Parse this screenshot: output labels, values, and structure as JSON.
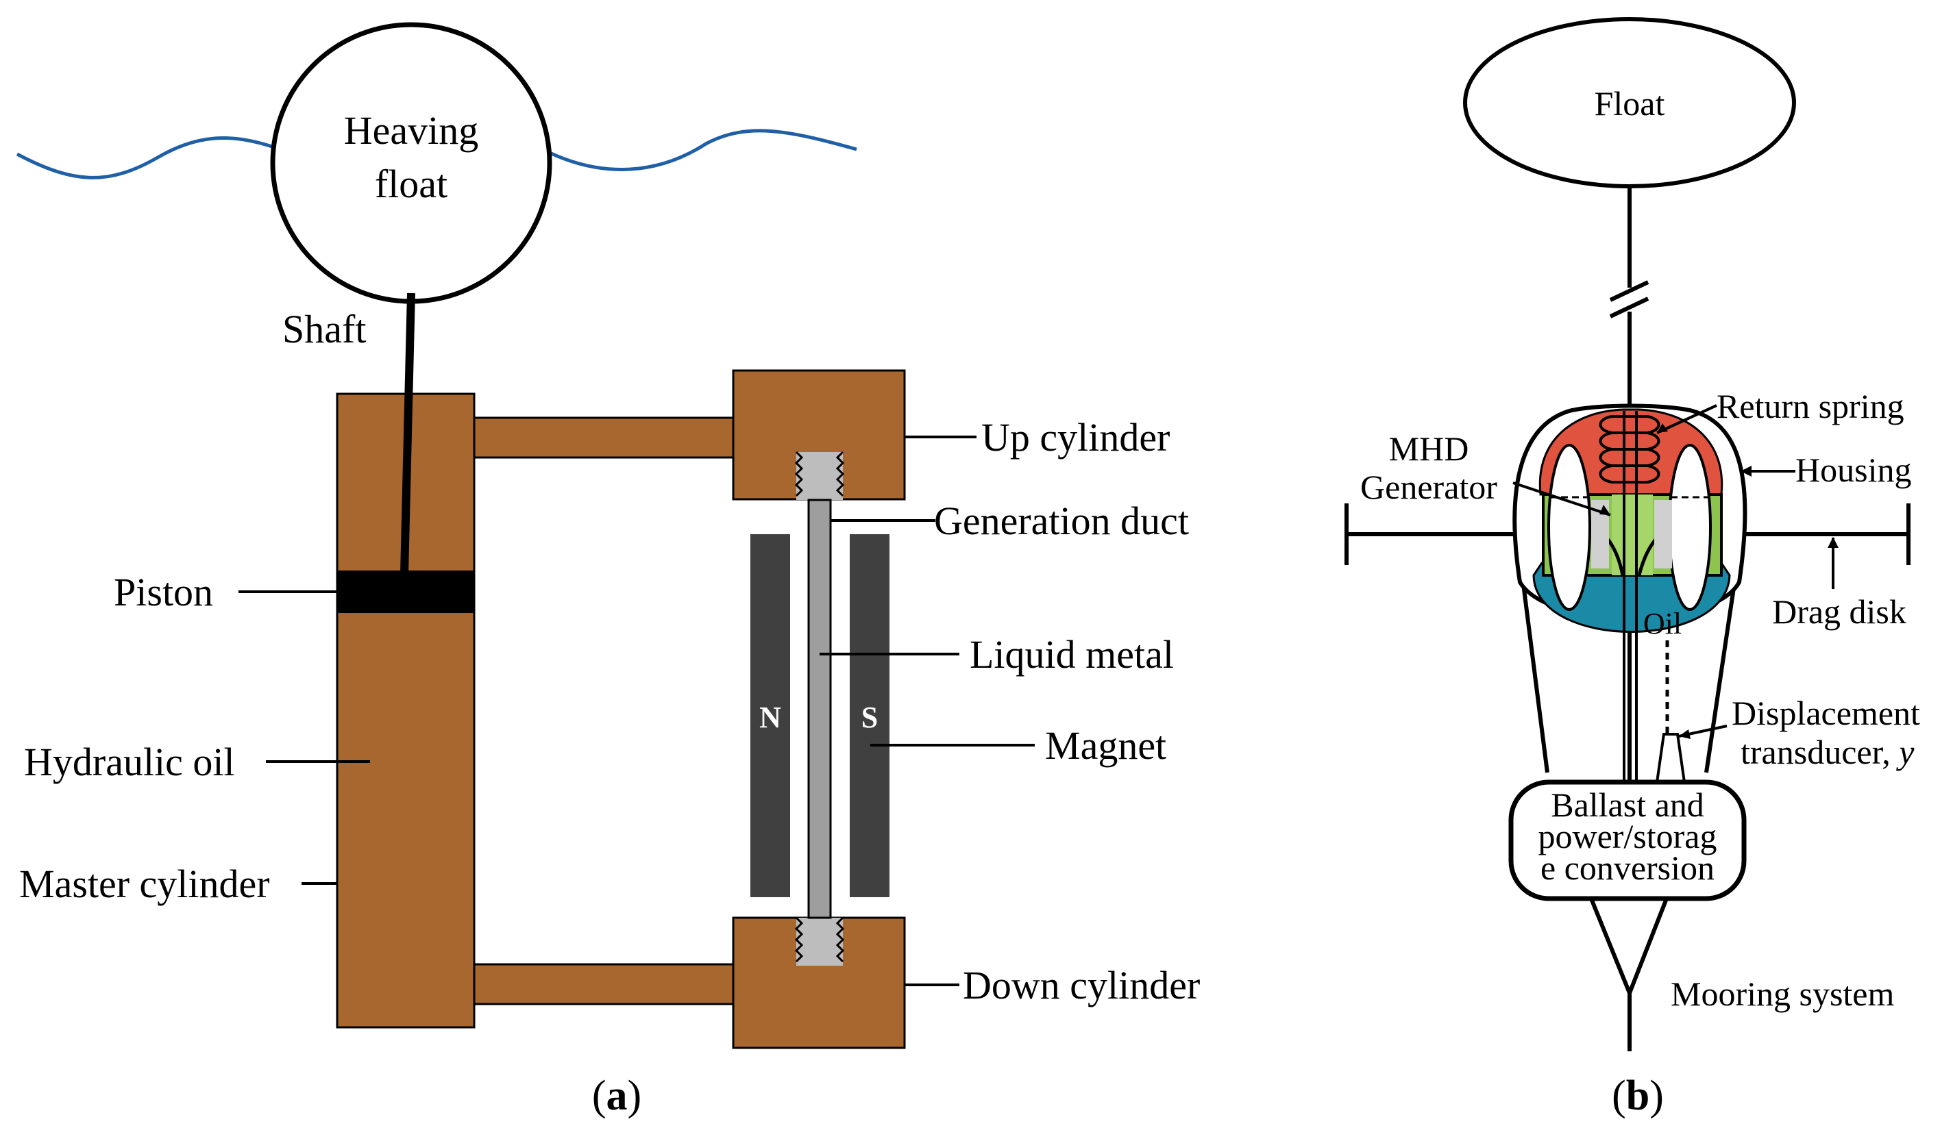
{
  "panel_a": {
    "caption_open": "(",
    "caption_letter": "a",
    "caption_close": ")",
    "float_line1": "Heaving",
    "float_line2": "float",
    "shaft": "Shaft",
    "piston": "Piston",
    "hydraulic_oil": "Hydraulic oil",
    "master_cylinder": "Master cylinder",
    "up_cylinder": "Up cylinder",
    "generation_duct": "Generation duct",
    "liquid_metal": "Liquid metal",
    "magnet": "Magnet",
    "down_cylinder": "Down cylinder",
    "pole_n": "N",
    "pole_s": "S"
  },
  "panel_b": {
    "caption_open": "(",
    "caption_letter": "b",
    "caption_close": ")",
    "float": "Float",
    "return_spring": "Return spring",
    "housing": "Housing",
    "mhd_line1": "MHD",
    "mhd_line2": "Generator",
    "drag_disk": "Drag disk",
    "oil": "Oil",
    "displacement_line1": "Displacement",
    "displacement_line2": "transducer, ",
    "displacement_var": "y",
    "ballast_line1": "Ballast and",
    "ballast_line2": "power/storag",
    "ballast_line3": "e conversion",
    "mooring": "Mooring system"
  },
  "colors": {
    "cylinder": "#A8672E",
    "piston": "#000000",
    "magnet": "#404040",
    "duct": "#9E9E9E",
    "wave": "#1F5FA8",
    "spring_housing": "#E0533F",
    "generator": "#8DC44F",
    "oil": "#1A8AA6"
  }
}
